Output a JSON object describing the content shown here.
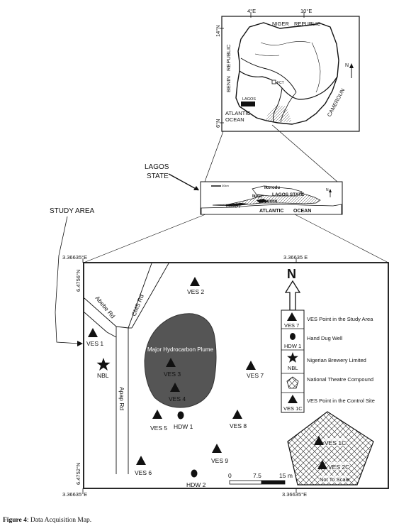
{
  "nigeria_inset": {
    "lon_labels": [
      "4°E",
      "10°E"
    ],
    "lat_labels": [
      "14°N",
      "6°N"
    ],
    "labels": {
      "niger": "NIGER",
      "republic_n": "REPUBLIC",
      "benin": "BENIN",
      "republic_w": "REPUBLIC",
      "fct": "FCT",
      "lagos": "LAGOS",
      "atlantic": "ATLANTIC",
      "ocean": "OCEAN",
      "cameroon": "CAMEROUN",
      "north": "N"
    }
  },
  "lagos_inset": {
    "callout": [
      "LAGOS",
      "STATE"
    ],
    "labels": {
      "ikorodu": "Ikorodu",
      "ikeja": "Ikeja",
      "lagos_state": "LAGOS STATE",
      "iganmu": "Iganmu",
      "badagry": "Badagry",
      "atlantic": "ATLANTIC",
      "ocean": "OCEAN",
      "scale": "30km",
      "north": "N"
    }
  },
  "study_area_label": "STUDY AREA",
  "study_map": {
    "coord_top_left": "3.36635°E",
    "coord_top_right": "3.36635 E",
    "coord_bottom_left": "3.36635°E",
    "coord_bottom_right": "3.36635°E",
    "lat_top": "6.4756°N",
    "lat_bottom": "6.4752°N",
    "roads": {
      "abebe": "Abebe Rd",
      "cms": "CMS Rd",
      "apapa": "Apap Rd"
    },
    "plume_label": "Major Hydrocarbon Plume",
    "north": "N",
    "points": [
      {
        "label": "VES 1",
        "type": "ves"
      },
      {
        "label": "VES 2",
        "type": "ves"
      },
      {
        "label": "VES 3",
        "type": "ves"
      },
      {
        "label": "VES 4",
        "type": "ves"
      },
      {
        "label": "VES 5",
        "type": "ves"
      },
      {
        "label": "VES 6",
        "type": "ves"
      },
      {
        "label": "VES 7",
        "type": "ves"
      },
      {
        "label": "VES 8",
        "type": "ves"
      },
      {
        "label": "VES 9",
        "type": "ves"
      },
      {
        "label": "HDW 1",
        "type": "well"
      },
      {
        "label": "HDW 2",
        "type": "well"
      },
      {
        "label": "NBL",
        "type": "brewery"
      }
    ],
    "legend": [
      {
        "label": "VES Point in the Study Area",
        "symbol_label": "VES 7",
        "symbol": "triangle"
      },
      {
        "label": "Hand Dug Well",
        "symbol_label": "HDW 1",
        "symbol": "circle"
      },
      {
        "label": "Nigerian Brewery Limited",
        "symbol_label": "NBL",
        "symbol": "star"
      },
      {
        "label": "National Theatre Compound",
        "symbol_label": "",
        "symbol": "pentagon"
      },
      {
        "label": "VES Point in the Control Site",
        "symbol_label": "VES 1C",
        "symbol": "triangle"
      }
    ],
    "scale_bar": {
      "zero": "0",
      "mid": "7.5",
      "end": "15 m"
    },
    "control_site": {
      "points": [
        "VES 1C",
        "VES 2C"
      ],
      "note": "Not To Scale"
    }
  },
  "caption": {
    "label": "Figure 4",
    "text": ": Data Acquisition Map."
  }
}
